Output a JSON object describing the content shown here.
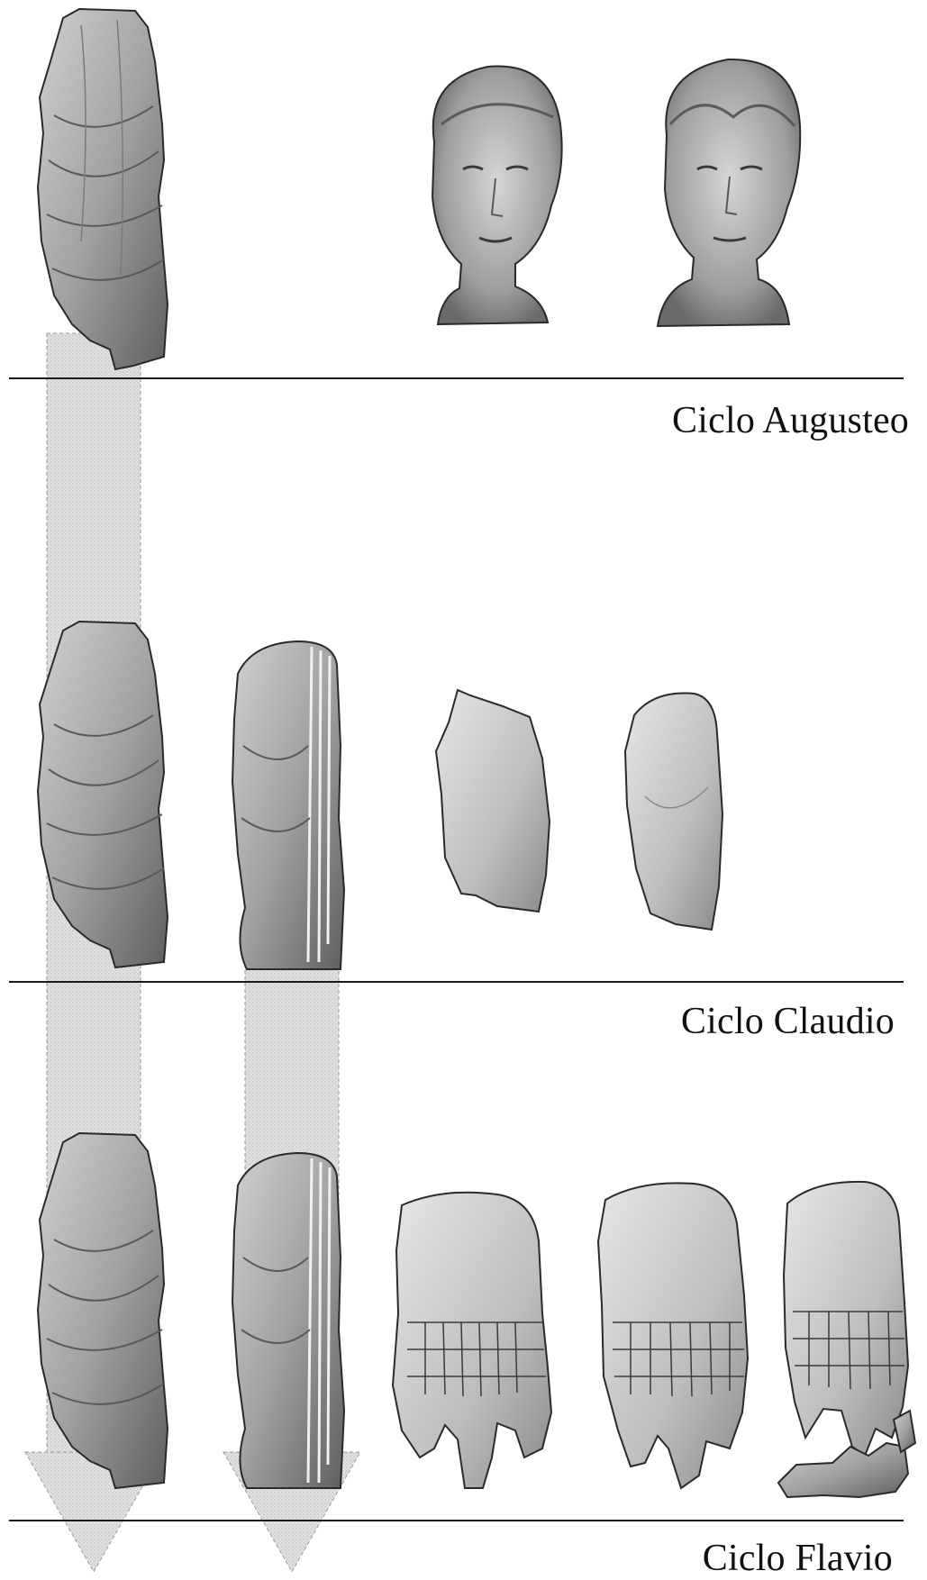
{
  "cycles": [
    {
      "label": "Ciclo Augusteo",
      "sculptures": [
        "togate-statue",
        "portrait-head",
        "portrait-head"
      ]
    },
    {
      "label": "Ciclo Claudio",
      "sculptures": [
        "togate-statue",
        "togate-statue",
        "torso-fragment",
        "torso-fragment"
      ]
    },
    {
      "label": "Ciclo Flavio",
      "sculptures": [
        "togate-statue",
        "togate-statue",
        "cuirassed-statue",
        "cuirassed-statue",
        "cuirassed-statue"
      ]
    }
  ],
  "colors": {
    "divider": "#1a1a1a",
    "arrow_fill": "#d9d9d9",
    "stone_dark": "#6e6e6e",
    "stone_light": "#c4c4c4"
  }
}
